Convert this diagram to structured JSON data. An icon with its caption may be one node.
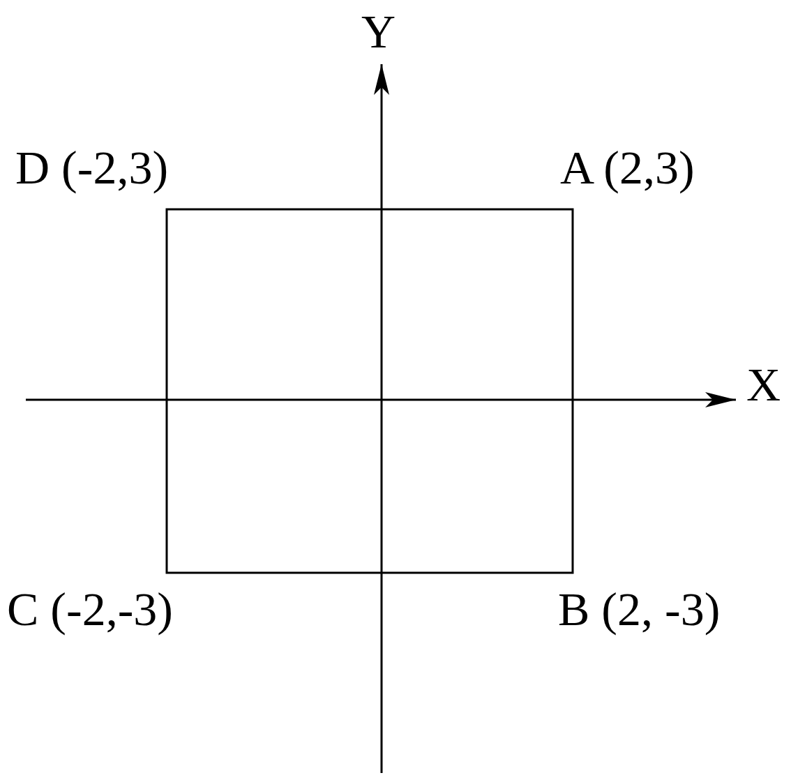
{
  "diagram": {
    "nodes": [
      {
        "text": [],
        "shape": "box"
      }
    ],
    "labels": [
      "Y",
      "D (-2,3)",
      "A (2,3)",
      "X",
      "C (-2,-3)",
      "B (2, -3)"
    ]
  }
}
